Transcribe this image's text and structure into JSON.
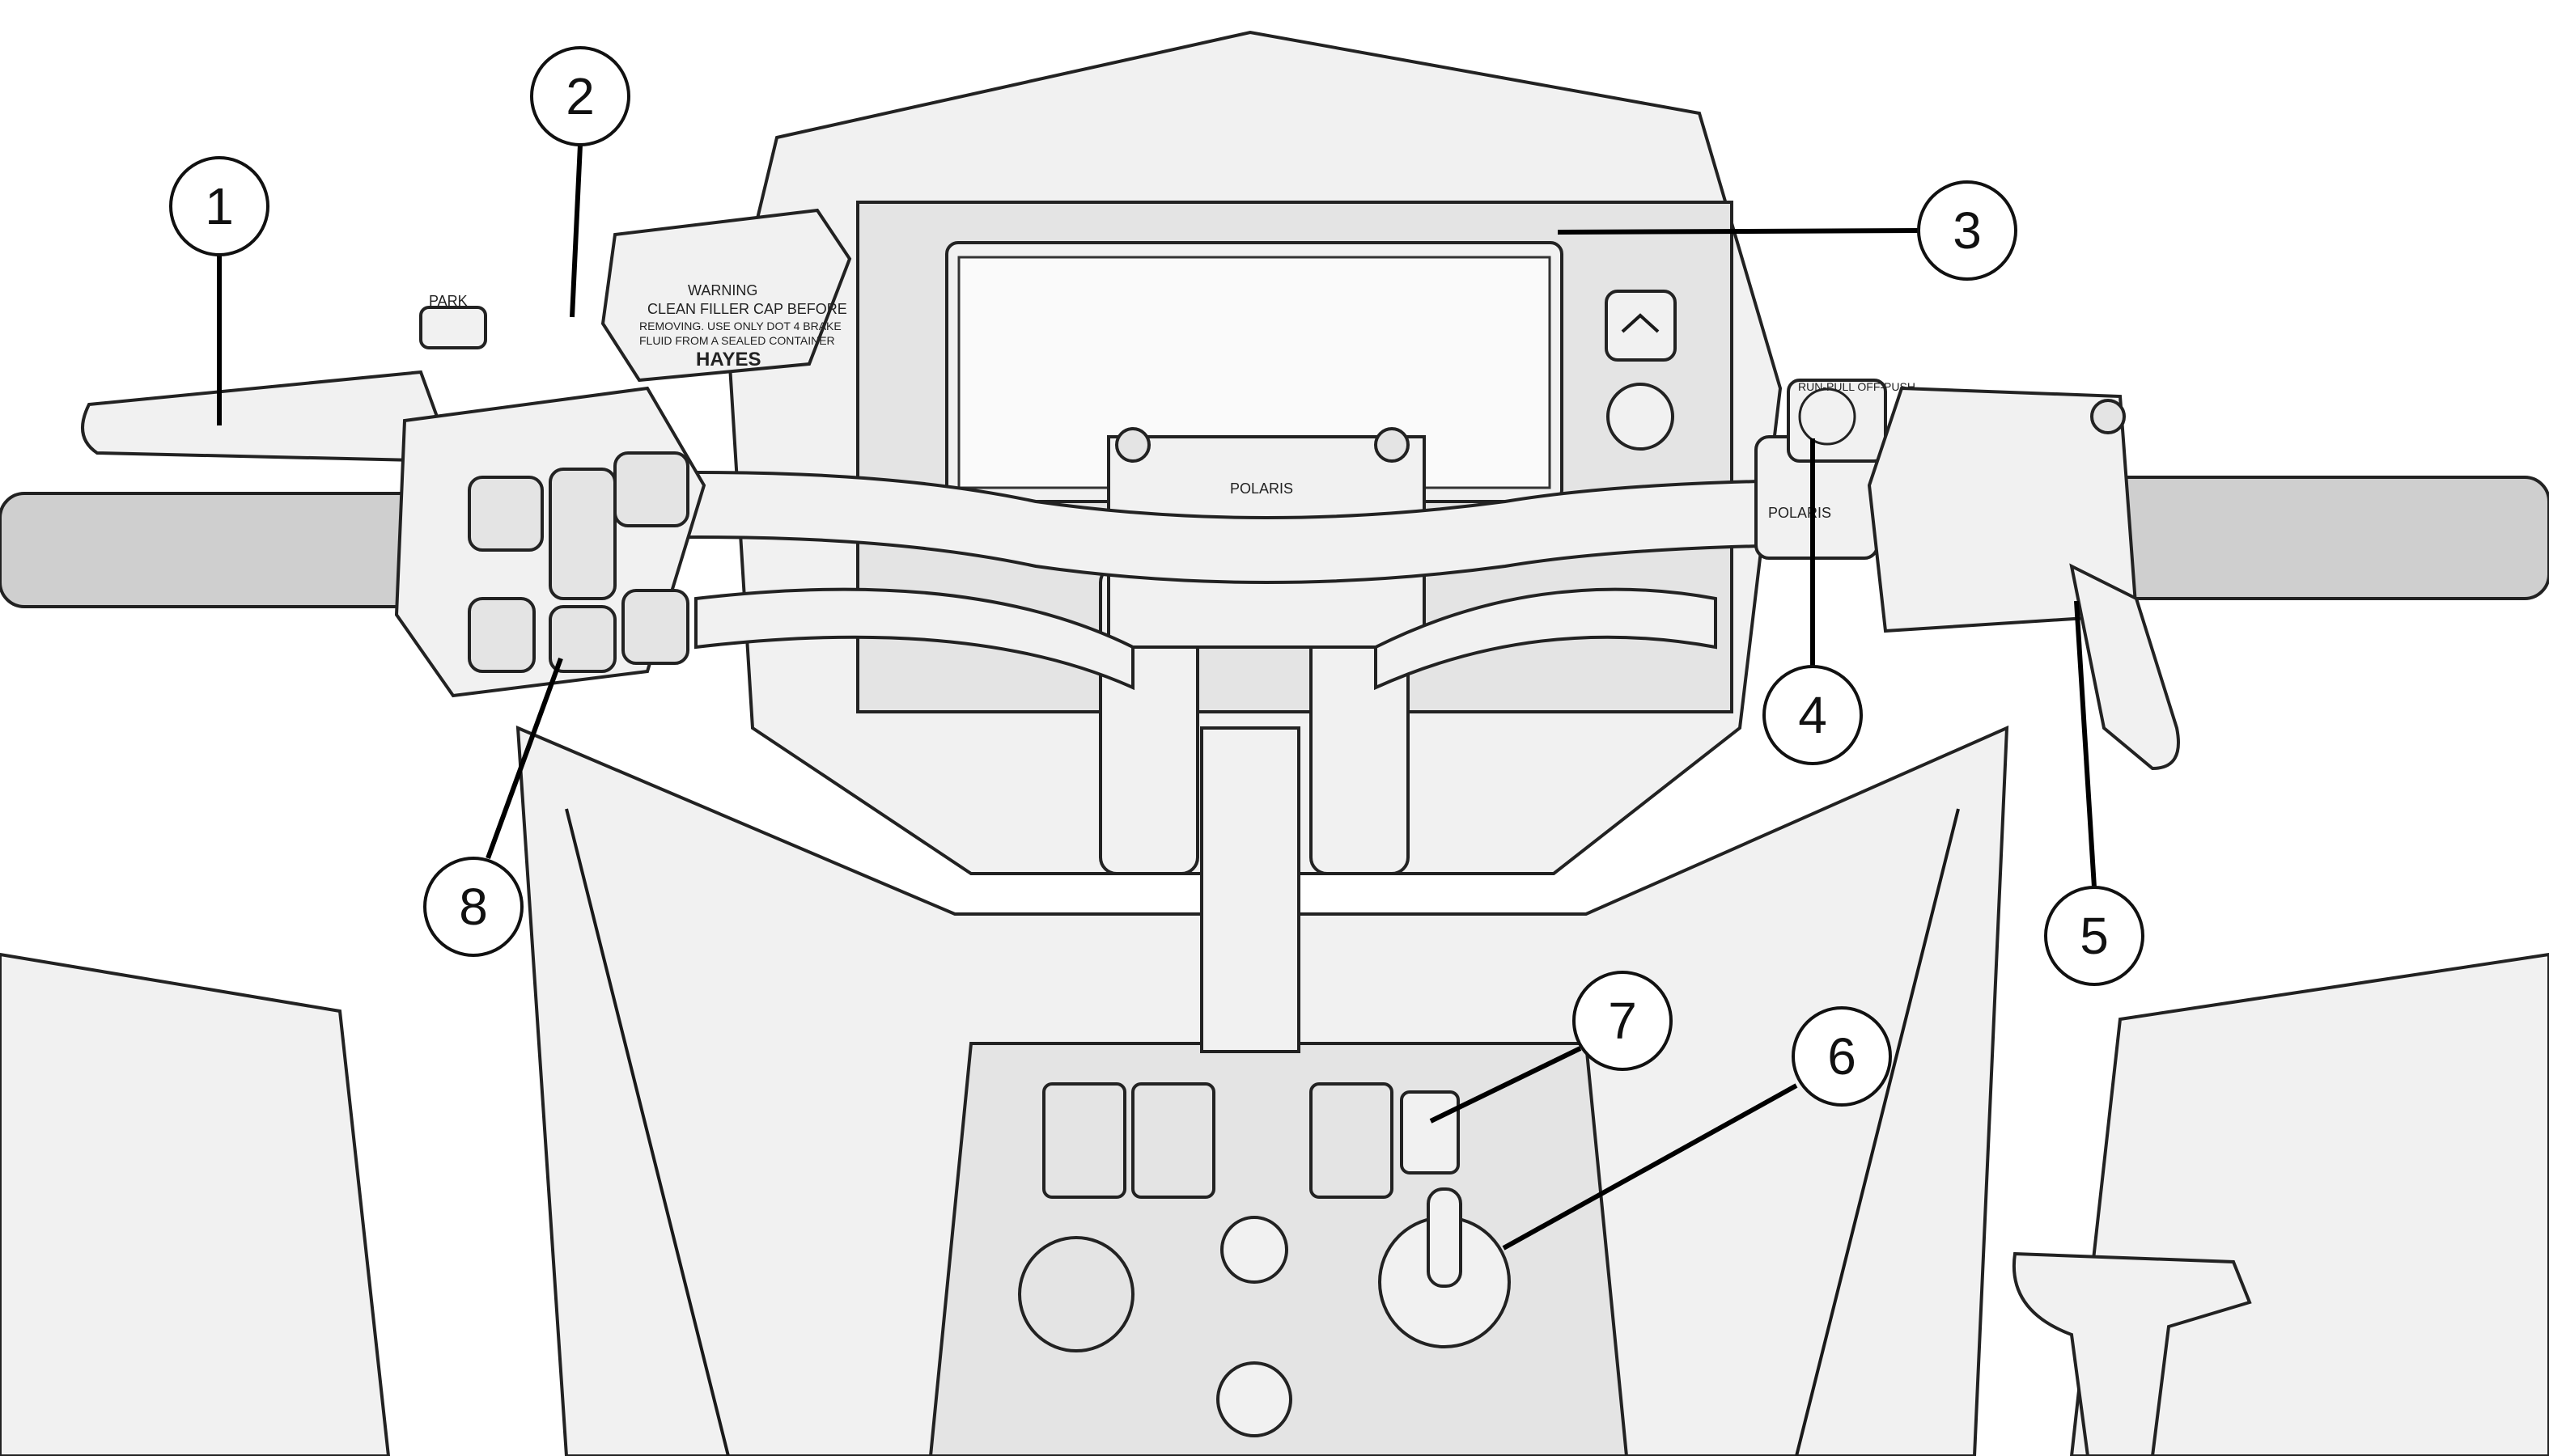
{
  "figure": {
    "callouts": [
      "1",
      "2",
      "3",
      "4",
      "5",
      "6",
      "7",
      "8"
    ],
    "part_markings": {
      "lever_lock": "PARK",
      "reservoir_warning": [
        "WARNING",
        "CLEAN FILLER CAP BEFORE",
        "REMOVING. USE ONLY DOT 4 BRAKE",
        "FLUID FROM A SEALED CONTAINER"
      ],
      "reservoir_brand": "HAYES",
      "stem_brand": "POLARIS",
      "stop_switch": "RUN-PULL OFF-PUSH",
      "stop_switch_brand": "POLARIS"
    }
  }
}
